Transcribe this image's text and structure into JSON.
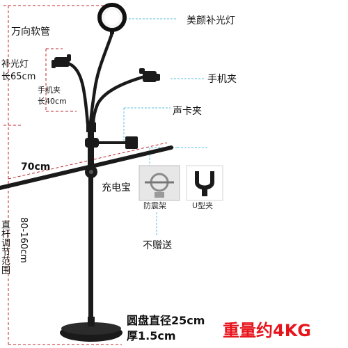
{
  "labels": {
    "ring_light": "美颜补光灯",
    "gooseneck": "万向软管",
    "fill_light_length_line1": "补光灯",
    "fill_light_length_line2": "长65cm",
    "phone_clip_length_line1": "手机夹",
    "phone_clip_length_line2": "长40cm",
    "phone_clip": "手机夹",
    "sound_card_clip": "声卡夹",
    "boom_arm_length": "70cm",
    "power_bank": "充电宝",
    "shock_mount": "防震架",
    "u_clip": "U型夹",
    "not_included": "不赠送",
    "pole_range_text": "直杆调节范围",
    "pole_range_value": "80-160cm",
    "base_diameter": "圆盘直径25cm",
    "base_thickness": "厚1.5cm",
    "weight": "重量约4KG"
  },
  "colors": {
    "stand": "#1a1a1a",
    "dimension_line": "#c0262b",
    "callout_line": "#8fd3ec",
    "weight_text": "#e8141c"
  }
}
